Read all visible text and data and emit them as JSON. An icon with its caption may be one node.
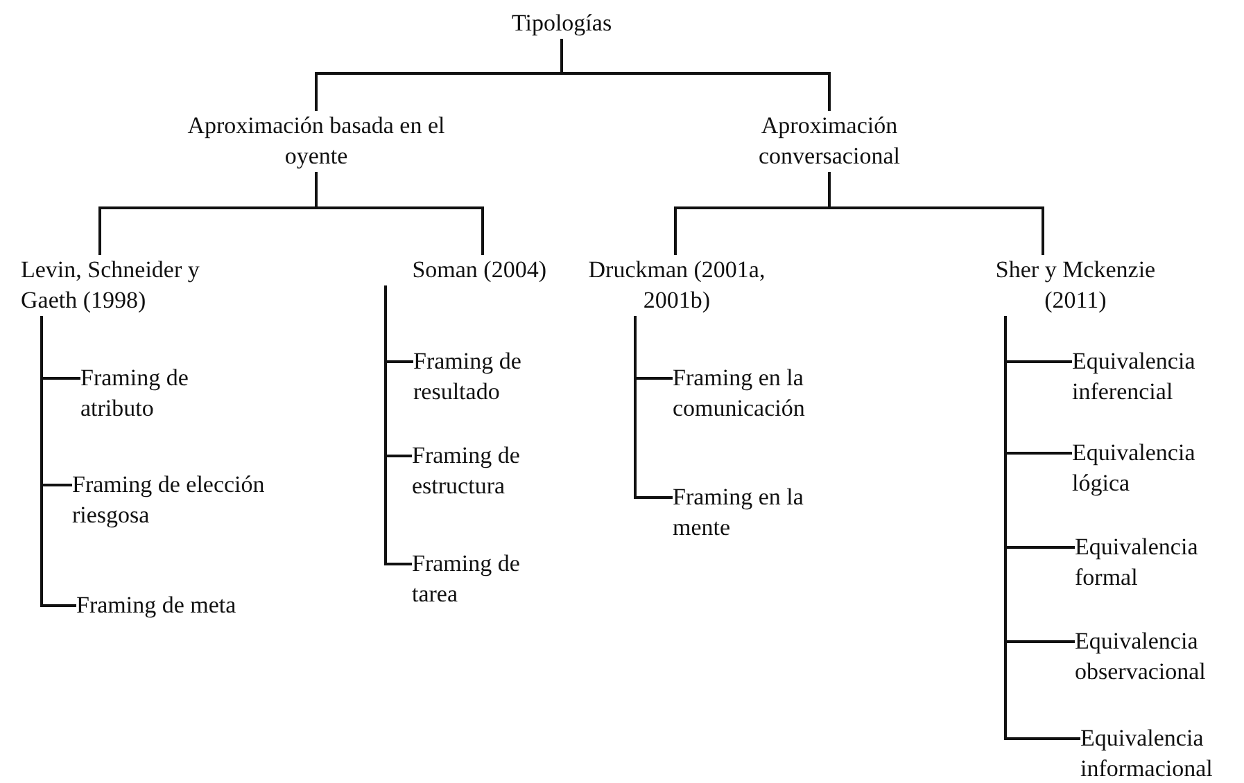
{
  "diagram": {
    "nodes": [
      {
        "text": [
          "Tipologías"
        ]
      },
      {
        "text": [
          "Aproximación basada en el oyente"
        ]
      },
      {
        "text": [
          "Aproximación conversacional"
        ]
      },
      {
        "text": [
          "Levin, Schneider y Gaeth (1998)"
        ]
      },
      {
        "text": [
          "Soman (2004)"
        ]
      },
      {
        "text": [
          "Druckman (2001a, 2001b)"
        ]
      },
      {
        "text": [
          "Sher y Mckenzie (2011)"
        ]
      },
      {
        "text": [
          "Framing de atributo"
        ]
      },
      {
        "text": [
          "Framing de elección riesgosa"
        ]
      },
      {
        "text": [
          "Framing de meta"
        ]
      },
      {
        "text": [
          "Framing de resultado"
        ]
      },
      {
        "text": [
          "Framing de estructura"
        ]
      },
      {
        "text": [
          "Framing de tarea"
        ]
      },
      {
        "text": [
          "Framing en la comunicación"
        ]
      },
      {
        "text": [
          "Framing en la mente"
        ]
      },
      {
        "text": [
          "Equivalencia inferencial"
        ]
      },
      {
        "text": [
          "Equivalencia lógica"
        ]
      },
      {
        "text": [
          "Equivalencia formal"
        ]
      },
      {
        "text": [
          "Equivalencia observacional"
        ]
      },
      {
        "text": [
          "Equivalencia informacional"
        ]
      }
    ],
    "edges": [
      {
        "from": 0,
        "to": 1,
        "arrow": "none"
      },
      {
        "from": 0,
        "to": 2,
        "arrow": "none"
      },
      {
        "from": 1,
        "to": 3,
        "arrow": "none"
      },
      {
        "from": 1,
        "to": 4,
        "arrow": "none"
      },
      {
        "from": 2,
        "to": 5,
        "arrow": "none"
      },
      {
        "from": 2,
        "to": 6,
        "arrow": "none"
      },
      {
        "from": 3,
        "to": 7,
        "arrow": "none"
      },
      {
        "from": 3,
        "to": 8,
        "arrow": "none"
      },
      {
        "from": 3,
        "to": 9,
        "arrow": "none"
      },
      {
        "from": 4,
        "to": 10,
        "arrow": "none"
      },
      {
        "from": 4,
        "to": 11,
        "arrow": "none"
      },
      {
        "from": 4,
        "to": 12,
        "arrow": "none"
      },
      {
        "from": 5,
        "to": 13,
        "arrow": "none"
      },
      {
        "from": 5,
        "to": 14,
        "arrow": "none"
      },
      {
        "from": 6,
        "to": 15,
        "arrow": "none"
      },
      {
        "from": 6,
        "to": 16,
        "arrow": "none"
      },
      {
        "from": 6,
        "to": 17,
        "arrow": "none"
      },
      {
        "from": 6,
        "to": 18,
        "arrow": "none"
      },
      {
        "from": 6,
        "to": 19,
        "arrow": "none"
      }
    ]
  }
}
